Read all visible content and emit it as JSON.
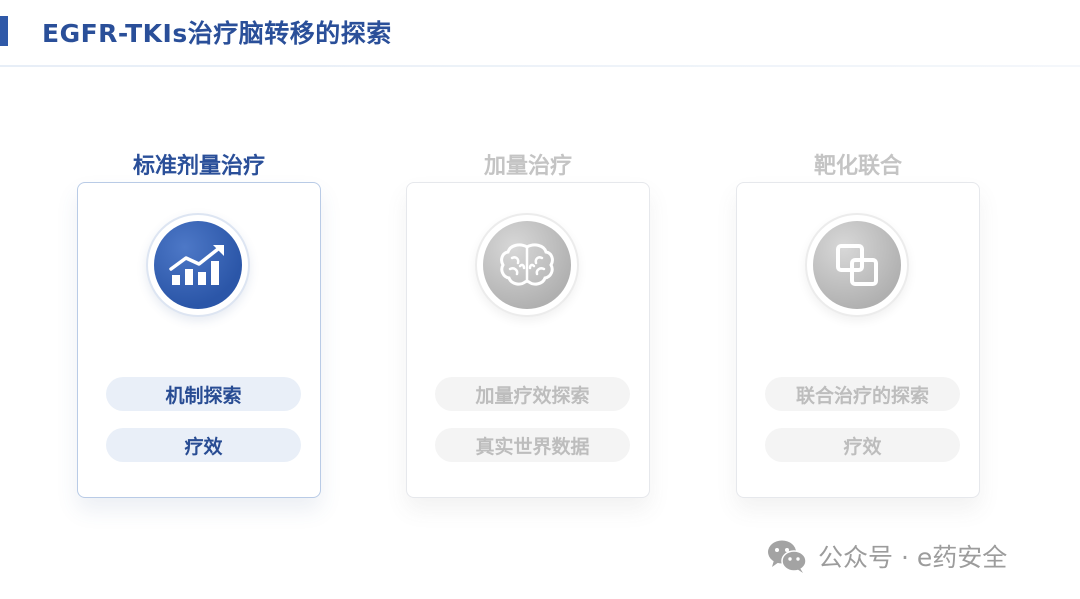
{
  "slide": {
    "title": "EGFR-TKIs治疗脑转移的探索",
    "colors": {
      "accent": "#2f59a8",
      "title": "#2a4f99",
      "active_pill_bg": "#e9eff8",
      "inactive_text": "#bdbdbd"
    }
  },
  "columns": [
    {
      "heading": "标准剂量治疗",
      "heading_color": "#2a4f99",
      "state": "active",
      "icon": "growth-chart-icon",
      "items": [
        "机制探索",
        "疗效"
      ]
    },
    {
      "heading": "加量治疗",
      "heading_color": "#c4c4c4",
      "state": "inactive",
      "icon": "brain-icon",
      "items": [
        "加量疗效探索",
        "真实世界数据"
      ]
    },
    {
      "heading": "靶化联合",
      "heading_color": "#c4c4c4",
      "state": "inactive",
      "icon": "linked-squares-icon",
      "items": [
        "联合治疗的探索",
        "疗效"
      ]
    }
  ],
  "watermark": {
    "text": "公众号 · e药安全",
    "icon": "wechat-icon"
  }
}
